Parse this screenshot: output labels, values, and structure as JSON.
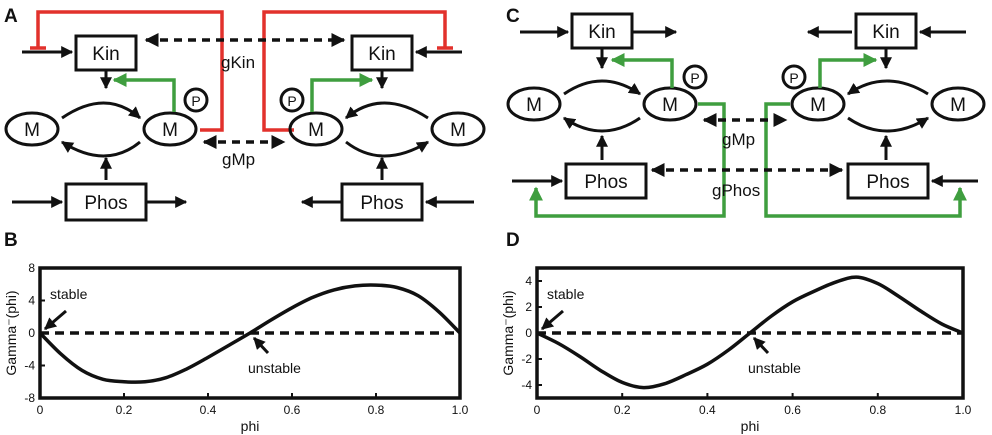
{
  "panels": {
    "A": "A",
    "B": "B",
    "C": "C",
    "D": "D"
  },
  "diagram_a": {
    "kin": "Kin",
    "phos": "Phos",
    "m": "M",
    "p": "P",
    "coupling_kin": "gKin",
    "coupling_mp": "gMp"
  },
  "diagram_c": {
    "kin": "Kin",
    "phos": "Phos",
    "m": "M",
    "p": "P",
    "coupling_mp": "gMp",
    "coupling_phos": "gPhos"
  },
  "colors": {
    "inhibition": "#e2312c",
    "activation": "#3f9e3f",
    "ink": "#111111"
  },
  "chart_data": [
    {
      "type": "line",
      "panel": "B",
      "xlabel": "phi",
      "ylabel": "Gamma⁻(phi)",
      "xlim": [
        0,
        1
      ],
      "ylim": [
        -8,
        8
      ],
      "xticks": [
        "0",
        "0.2",
        "0.4",
        "0.6",
        "0.8",
        "1.0"
      ],
      "yticks": [
        "-8",
        "-4",
        "0",
        "4",
        "8"
      ],
      "x": [
        0,
        0.05,
        0.1,
        0.15,
        0.2,
        0.25,
        0.3,
        0.35,
        0.4,
        0.45,
        0.5,
        0.55,
        0.6,
        0.65,
        0.7,
        0.75,
        0.8,
        0.85,
        0.9,
        0.95,
        1.0
      ],
      "y": [
        0,
        -2.6,
        -4.6,
        -5.7,
        -6.0,
        -6.0,
        -5.5,
        -4.4,
        -3.0,
        -1.5,
        0,
        1.6,
        3.1,
        4.4,
        5.3,
        5.8,
        5.9,
        5.6,
        4.6,
        2.6,
        0
      ],
      "zero_line": "dashed",
      "annotations": [
        {
          "text": "stable",
          "x": 0,
          "y": 0
        },
        {
          "text": "unstable",
          "x": 0.5,
          "y": 0
        }
      ]
    },
    {
      "type": "line",
      "panel": "D",
      "xlabel": "phi",
      "ylabel": "Gamma⁻(phi)",
      "xlim": [
        0,
        1
      ],
      "ylim": [
        -5,
        5
      ],
      "xticks": [
        "0",
        "0.2",
        "0.4",
        "0.6",
        "0.8",
        "1.0"
      ],
      "yticks": [
        "-4",
        "-2",
        "0",
        "2",
        "4"
      ],
      "x": [
        0,
        0.05,
        0.1,
        0.15,
        0.2,
        0.25,
        0.3,
        0.35,
        0.4,
        0.45,
        0.5,
        0.55,
        0.6,
        0.65,
        0.7,
        0.75,
        0.8,
        0.85,
        0.9,
        0.95,
        1.0
      ],
      "y": [
        0,
        -0.8,
        -1.8,
        -2.9,
        -3.8,
        -4.2,
        -3.9,
        -3.2,
        -2.4,
        -1.3,
        0,
        1.3,
        2.4,
        3.2,
        3.9,
        4.3,
        3.8,
        2.8,
        1.7,
        0.7,
        0
      ],
      "zero_line": "dashed",
      "annotations": [
        {
          "text": "stable",
          "x": 0,
          "y": 0
        },
        {
          "text": "unstable",
          "x": 0.5,
          "y": 0
        }
      ]
    }
  ]
}
